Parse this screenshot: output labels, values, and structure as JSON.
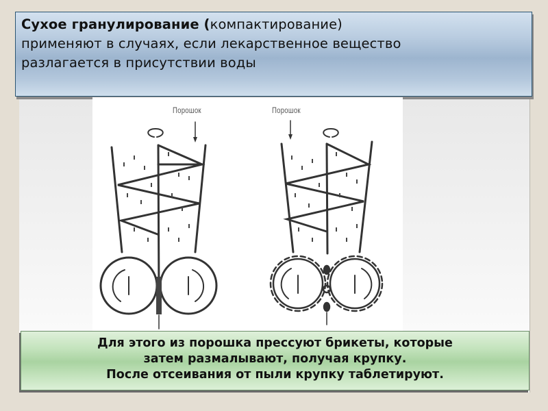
{
  "slide": {
    "title": {
      "bold_part": "Сухое гранулирование  (",
      "normal_part_1": "компактирование)",
      "line2": "применяют в случаях, если лекарственное вещество",
      "line3": "разлагается в присутствии воды"
    },
    "figure": {
      "left_label": "Порошок",
      "right_label": "Порошок",
      "left_variant": "smooth-rollers",
      "right_variant": "gear-rollers"
    },
    "note": {
      "line1": "Для этого из порошка прессуют брикеты, которые",
      "line2": "затем размалывают, получая крупку.",
      "line3": "После отсеивания от пыли крупку таблетируют."
    },
    "colors": {
      "background": "#e4ded3",
      "title_box_mid": "#9db5cf",
      "title_box_border": "#2b5572",
      "note_box_mid": "#a9d3a1",
      "note_box_border": "#6d8f6a"
    }
  }
}
